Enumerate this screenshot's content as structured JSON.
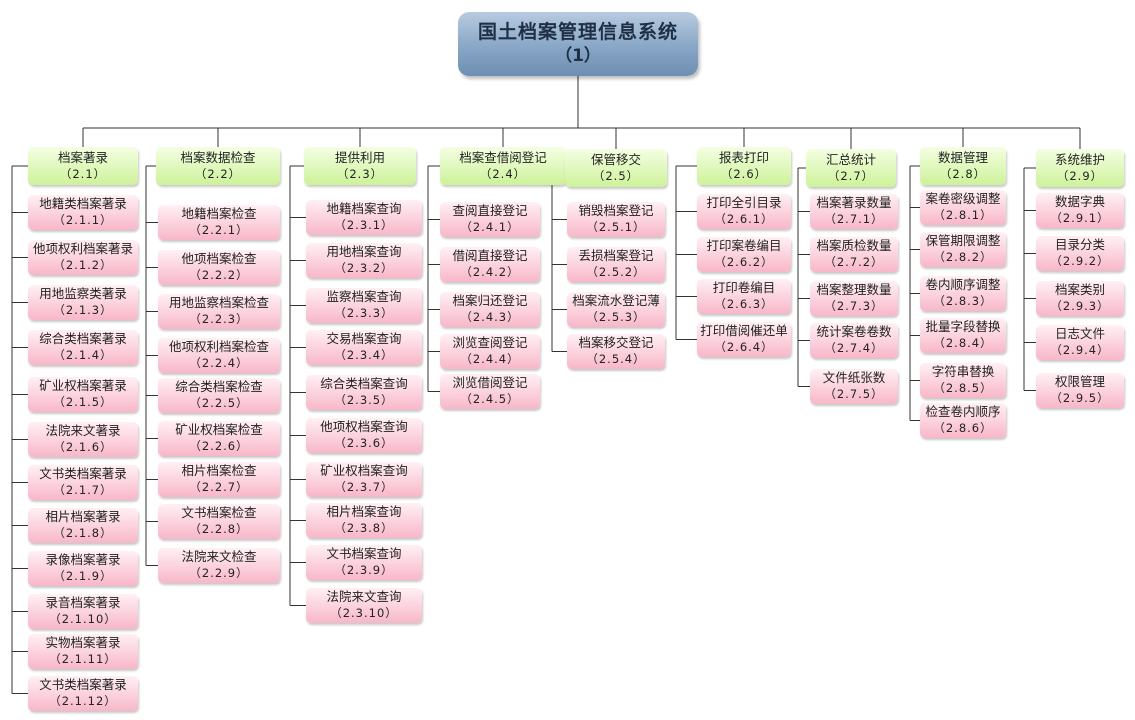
{
  "root": {
    "title": "国土档案管理信息系统",
    "code": "（1）"
  },
  "categories": [
    {
      "title": "档案著录",
      "code": "（2.1）",
      "items": [
        {
          "title": "地籍类档案著录",
          "code": "（2.1.1）"
        },
        {
          "title": "他项权利档案著录",
          "code": "（2.1.2）"
        },
        {
          "title": "用地监察类著录",
          "code": "（2.1.3）"
        },
        {
          "title": "综合类档案著录",
          "code": "（2.1.4）"
        },
        {
          "title": "矿业权档案著录",
          "code": "（2.1.5）"
        },
        {
          "title": "法院来文著录",
          "code": "（2.1.6）"
        },
        {
          "title": "文书类档案著录",
          "code": "（2.1.7）"
        },
        {
          "title": "相片档案著录",
          "code": "（2.1.8）"
        },
        {
          "title": "录像档案著录",
          "code": "（2.1.9）"
        },
        {
          "title": "录音档案著录",
          "code": "（2.1.10）"
        },
        {
          "title": "实物档案著录",
          "code": "（2.1.11）"
        },
        {
          "title": "文书类档案著录",
          "code": "（2.1.12）"
        }
      ]
    },
    {
      "title": "档案数据检查",
      "code": "（2.2）",
      "items": [
        {
          "title": "地籍档案检查",
          "code": "（2.2.1）"
        },
        {
          "title": "他项档案检查",
          "code": "（2.2.2）"
        },
        {
          "title": "用地监察档案检查",
          "code": "（2.2.3）"
        },
        {
          "title": "他项权利档案检查",
          "code": "（2.2.4）"
        },
        {
          "title": "综合类档案检查",
          "code": "（2.2.5）"
        },
        {
          "title": "矿业权档案检查",
          "code": "（2.2.6）"
        },
        {
          "title": "相片档案检查",
          "code": "（2.2.7）"
        },
        {
          "title": "文书档案检查",
          "code": "（2.2.8）"
        },
        {
          "title": "法院来文检查",
          "code": "（2.2.9）"
        }
      ]
    },
    {
      "title": "提供利用",
      "code": "（2.3）",
      "items": [
        {
          "title": "地籍档案查询",
          "code": "（2.3.1）"
        },
        {
          "title": "用地档案查询",
          "code": "（2.3.2）"
        },
        {
          "title": "监察档案查询",
          "code": "（2.3.3）"
        },
        {
          "title": "交易档案查询",
          "code": "（2.3.4）"
        },
        {
          "title": "综合类档案查询",
          "code": "（2.3.5）"
        },
        {
          "title": "他项权档案查询",
          "code": "（2.3.6）"
        },
        {
          "title": "矿业权档案查询",
          "code": "（2.3.7）"
        },
        {
          "title": "相片档案查询",
          "code": "（2.3.8）"
        },
        {
          "title": "文书档案查询",
          "code": "（2.3.9）"
        },
        {
          "title": "法院来文查询",
          "code": "（2.3.10）"
        }
      ]
    },
    {
      "title": "档案查借阅登记",
      "code": "（2.4）",
      "items": [
        {
          "title": "查阅直接登记",
          "code": "（2.4.1）"
        },
        {
          "title": "借阅直接登记",
          "code": "（2.4.2）"
        },
        {
          "title": "档案归还登记",
          "code": "（2.4.3）"
        },
        {
          "title": "浏览查阅登记",
          "code": "（2.4.4）"
        },
        {
          "title": "浏览借阅登记",
          "code": "（2.4.5）"
        }
      ]
    },
    {
      "title": "保管移交",
      "code": "（2.5）",
      "items": [
        {
          "title": "销毁档案登记",
          "code": "（2.5.1）"
        },
        {
          "title": "丢损档案登记",
          "code": "（2.5.2）"
        },
        {
          "title": "档案流水登记薄",
          "code": "（2.5.3）"
        },
        {
          "title": "档案移交登记",
          "code": "（2.5.4）"
        }
      ]
    },
    {
      "title": "报表打印",
      "code": "（2.6）",
      "items": [
        {
          "title": "打印全引目录",
          "code": "（2.6.1）"
        },
        {
          "title": "打印案卷编目",
          "code": "（2.6.2）"
        },
        {
          "title": "打印卷编目",
          "code": "（2.6.3）"
        },
        {
          "title": "打印借阅催还单",
          "code": "（2.6.4）"
        }
      ]
    },
    {
      "title": "汇总统计",
      "code": "（2.7）",
      "items": [
        {
          "title": "档案著录数量",
          "code": "（2.7.1）"
        },
        {
          "title": "档案质检数量",
          "code": "（2.7.2）"
        },
        {
          "title": "档案整理数量",
          "code": "（2.7.3）"
        },
        {
          "title": "统计案卷卷数",
          "code": "（2.7.4）"
        },
        {
          "title": "文件纸张数",
          "code": "（2.7.5）"
        }
      ]
    },
    {
      "title": "数据管理",
      "code": "（2.8）",
      "items": [
        {
          "title": "案卷密级调整",
          "code": "（2.8.1）"
        },
        {
          "title": "保管期限调整",
          "code": "（2.8.2）"
        },
        {
          "title": "卷内顺序调整",
          "code": "（2.8.3）"
        },
        {
          "title": "批量字段替换",
          "code": "（2.8.4）"
        },
        {
          "title": "字符串替换",
          "code": "（2.8.5）"
        },
        {
          "title": "检查卷内顺序",
          "code": "（2.8.6）"
        }
      ]
    },
    {
      "title": "系统维护",
      "code": "（2.9）",
      "items": [
        {
          "title": "数据字典",
          "code": "（2.9.1）"
        },
        {
          "title": "目录分类",
          "code": "（2.9.2）"
        },
        {
          "title": "档案类别",
          "code": "（2.9.3）"
        },
        {
          "title": "日志文件",
          "code": "（2.9.4）"
        },
        {
          "title": "权限管理",
          "code": "（2.9.5）"
        }
      ]
    }
  ]
}
